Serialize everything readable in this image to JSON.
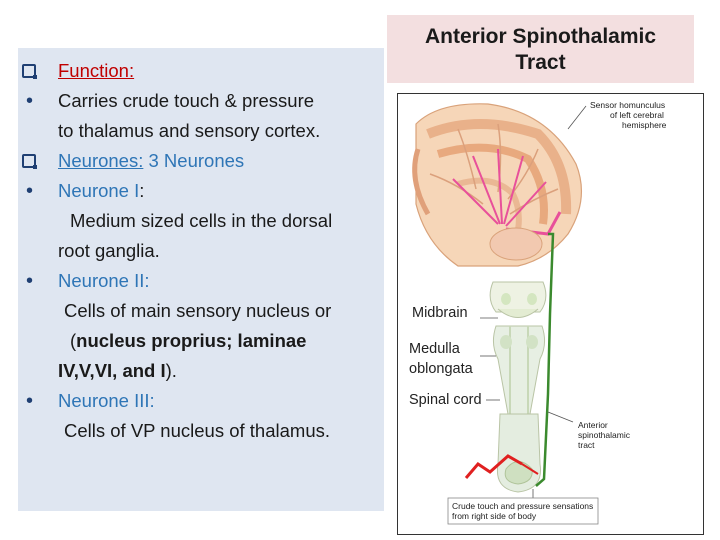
{
  "slide": {
    "function_heading": "Function:",
    "function_text_1": "Carries crude touch & pressure",
    "function_text_2": "to thalamus and sensory cortex.",
    "neurones_heading": "Neurones:",
    "neurones_value": " 3 Neurones",
    "neurone1_label": "Neurone I",
    "neurone1_colon": ":",
    "neurone1_text_1": "Medium sized cells in the dorsal",
    "neurone1_text_2": "root ganglia.",
    "neurone2_label": "Neurone II:",
    "neurone2_text_1": "Cells of main sensory nucleus or",
    "neurone2_text_2a": "(",
    "neurone2_text_2b": "nucleus proprius; laminae",
    "neurone2_text_3a": "IV,V,VI, and I",
    "neurone2_text_3b": ").",
    "neurone3_label": "Neurone III:",
    "neurone3_text": "Cells of VP nucleus of thalamus."
  },
  "title": {
    "line1": "Anterior Spinothalamic",
    "line2": "Tract"
  },
  "figure": {
    "label_homunculus_1": "Sensor homunculus",
    "label_homunculus_2": "of left cerebral",
    "label_homunculus_3": "hemisphere",
    "label_midbrain": "Midbrain",
    "label_medulla_1": "Medulla",
    "label_medulla_2": "oblongata",
    "label_spinal": "Spinal cord",
    "label_tract_1": "Anterior",
    "label_tract_2": "spinothalamic",
    "label_tract_3": "tract",
    "label_crude_1": "Crude touch and pressure sensations",
    "label_crude_2": "from right side of body"
  },
  "colors": {
    "panel_bg": "#dfe6f1",
    "title_bg": "#f3dfe0",
    "heading_red": "#c00000",
    "accent_blue": "#2e75b6",
    "tract_green": "#3b8a2e",
    "tract_red": "#e02020",
    "pink": "#e8509a"
  }
}
